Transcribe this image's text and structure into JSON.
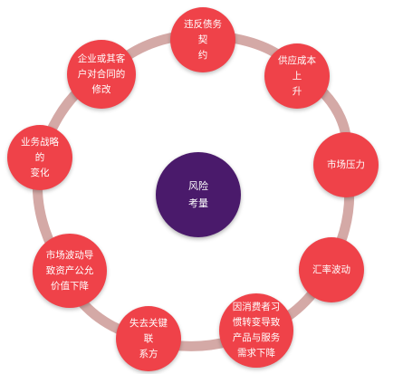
{
  "diagram": {
    "center": {
      "label": "风险\n考量"
    },
    "nodes": [
      {
        "id": "n1",
        "label": "违反债务契\n约"
      },
      {
        "id": "n2",
        "label": "供应成本上\n升"
      },
      {
        "id": "n3",
        "label": "市场压力"
      },
      {
        "id": "n4",
        "label": "汇率波动"
      },
      {
        "id": "n5",
        "label": "因消费者习\n惯转变导致\n产品与服务\n需求下降"
      },
      {
        "id": "n6",
        "label": "失去关键联\n系方"
      },
      {
        "id": "n7",
        "label": "市场波动导\n致资产公允\n价值下降"
      },
      {
        "id": "n8",
        "label": "业务战略的\n变化"
      },
      {
        "id": "n9",
        "label": "企业或其客\n户对合同的\n修改"
      }
    ],
    "colors": {
      "node": "#ef4249",
      "center": "#4a1a6b",
      "ring": "#d4a9a6",
      "text": "#ffffff"
    }
  }
}
